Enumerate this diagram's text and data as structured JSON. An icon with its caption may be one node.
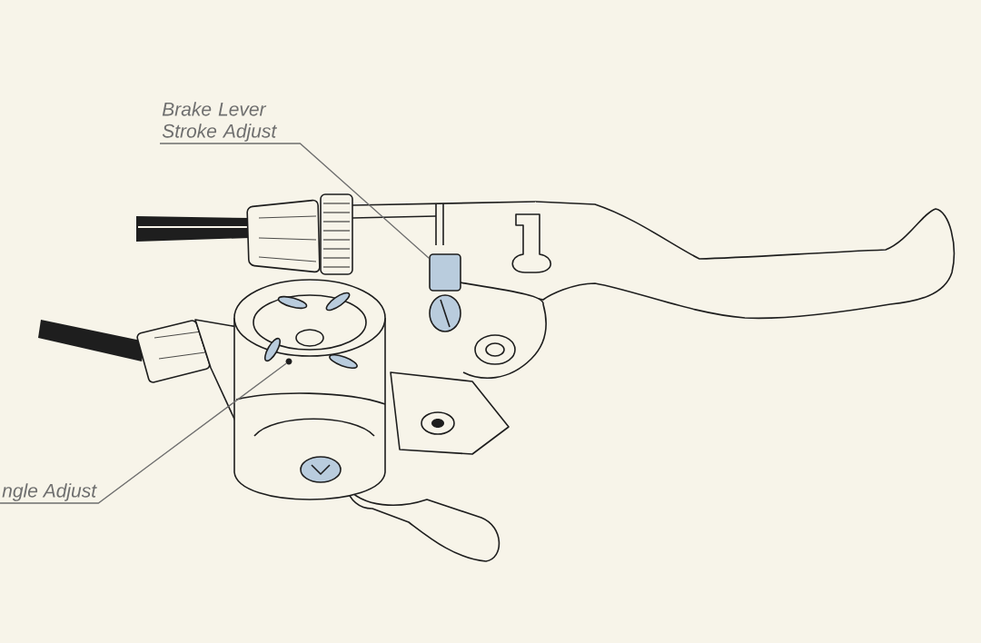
{
  "diagram": {
    "nodes": [
      {
        "text": [
          "Brake Lever Stroke Adjust"
        ]
      },
      {
        "text": [
          "ngle Adjust"
        ]
      },
      {
        "text": [],
        "shape": "box"
      },
      {
        "text": [],
        "shape": "circle"
      }
    ],
    "edges": [
      {
        "from": 0,
        "to": 2,
        "arrow": "none"
      },
      {
        "from": 1,
        "to": 3,
        "arrow": "none"
      }
    ]
  }
}
